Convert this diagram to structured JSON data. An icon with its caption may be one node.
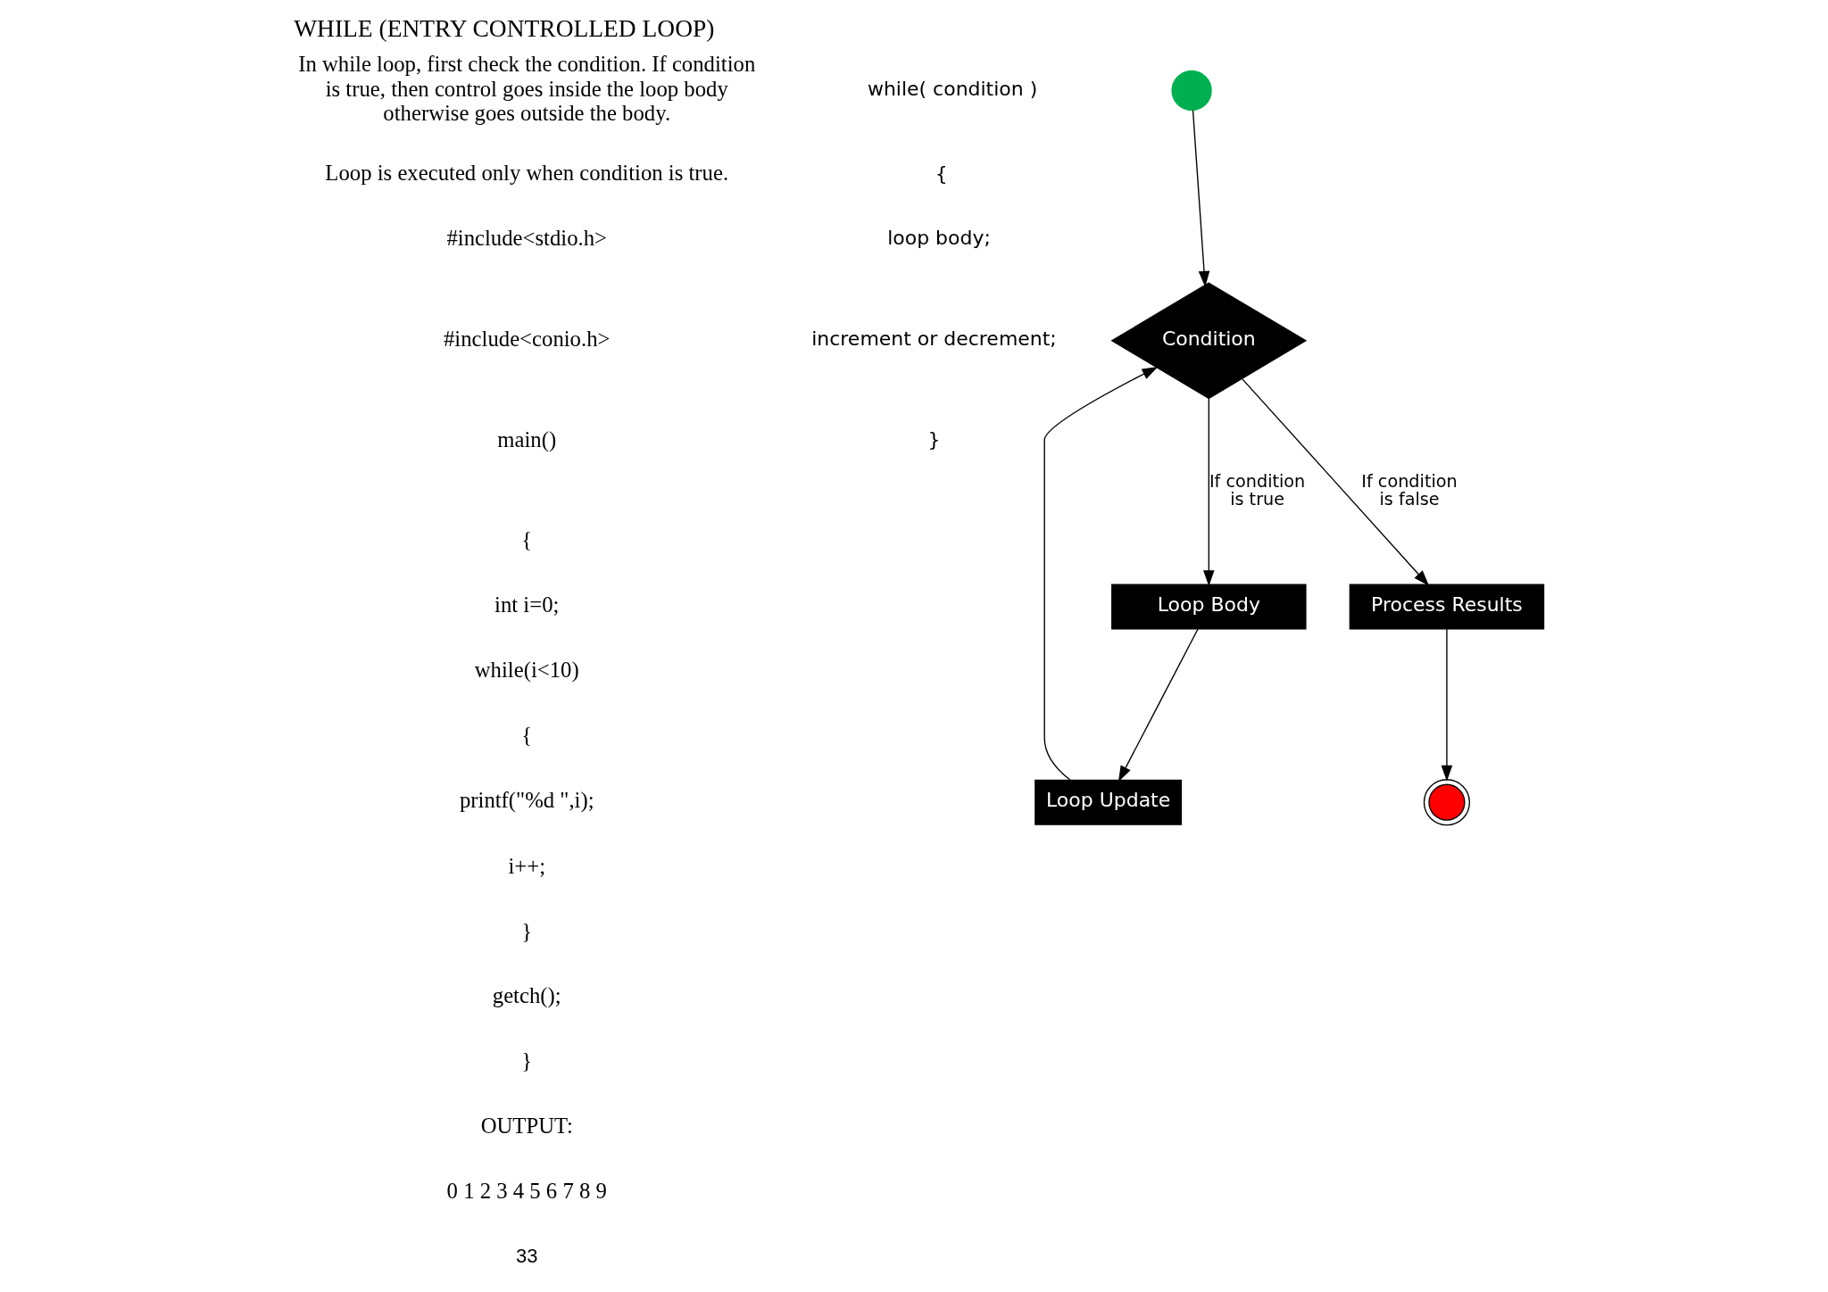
{
  "diagram": {
    "title": "WHILE (ENTRY CONTROLLED LOOP)",
    "nodes": [
      {
        "text": [],
        "shape": "circle"
      },
      {
        "text": [
          "Condition"
        ]
      },
      {
        "text": [
          "Loop Update"
        ]
      },
      {
        "text": [
          "Loop Body"
        ]
      },
      {
        "text": [
          "Process Results"
        ]
      },
      {
        "text": [],
        "shape": "circle"
      }
    ],
    "edges": [
      {
        "from": 0,
        "to": 1,
        "arrow": "to"
      },
      {
        "from": 1,
        "to": 3,
        "arrow": "to",
        "label": "If condition is true"
      },
      {
        "from": 3,
        "to": 2,
        "arrow": "to"
      },
      {
        "from": 2,
        "to": 1,
        "arrow": "to"
      },
      {
        "from": 1,
        "to": 4,
        "arrow": "to",
        "label": "If condition is false"
      },
      {
        "from": 4,
        "to": 5,
        "arrow": "to"
      }
    ],
    "labels": [
      "In while loop, first check the condition. If condition is true, then control goes inside the loop body otherwise goes outside the body.",
      "Loop is executed only when condition is true.",
      "#include<stdio.h>",
      "#include<conio.h>",
      "main()",
      "{",
      "int i=0;",
      "while(i<10)",
      "{",
      "printf(\"%d \",i);",
      "i++;",
      "}",
      "getch();",
      "}",
      "OUTPUT:",
      "0 1 2 3 4 5 6 7 8 9",
      "while( condition )",
      "{",
      "loop body;",
      "increment or decrement;",
      "}",
      "33"
    ]
  }
}
